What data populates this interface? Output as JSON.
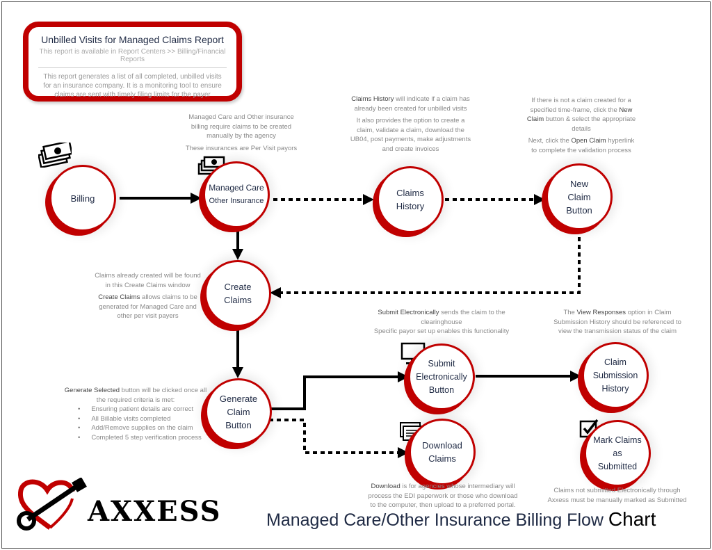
{
  "report_box": {
    "title": "Unbilled Visits for Managed Claims Report",
    "subtitle": "This report is available in Report Centers >> Billing/Financial Reports",
    "description": "This report generates a list of all completed, unbilled visits for an insurance company. It is a monitoring tool to ensure claims are sent with timely filing limits for the payer"
  },
  "nodes": {
    "billing": "Billing",
    "managed_care": [
      "Managed Care",
      "Other Insurance"
    ],
    "claims_history": [
      "Claims",
      "History"
    ],
    "new_claim": [
      "New",
      "Claim",
      "Button"
    ],
    "create_claims": [
      "Create",
      "Claims"
    ],
    "generate_claim": [
      "Generate",
      "Claim",
      "Button"
    ],
    "submit_electronically": [
      "Submit",
      "Electronically",
      "Button"
    ],
    "claim_submission_history": [
      "Claim",
      "Submission",
      "History"
    ],
    "download_claims": [
      "Download",
      "Claims"
    ],
    "mark_claims": [
      "Mark Claims",
      "as",
      "Submitted"
    ]
  },
  "notes": {
    "managed_care": [
      "Managed Care and Other insurance billing require claims to be created manually by the agency",
      "These insurances are Per Visit payors"
    ],
    "claims_history": {
      "b1": "Claims History",
      "t1": " will indicate if a claim has already been created for unbilled visits",
      "p2": "It also provides the option to create a claim, validate a claim, download the UB04, post payments, make adjustments and create invoices"
    },
    "new_claim": {
      "t1": "If there is not a claim created for a specified time-frame, click the ",
      "b1": "New Claim",
      "t2": " button & select the appropriate details",
      "t3": "Next, click the ",
      "b2": "Open Claim",
      "t4": " hyperlink to complete the validation process"
    },
    "create_claims": {
      "p1": "Claims already created will be found in this Create Claims window",
      "b1": "Create Claims",
      "t1": " allows claims to be generated for Managed Care and other per visit payers"
    },
    "generate": {
      "b1": "Generate Selected",
      "t1": " button will be clicked once all the required criteria is met:",
      "criteria": [
        "Ensuring patient details are correct",
        "All Billable visits completed",
        "Add/Remove supplies on the claim",
        "Completed 5 step verification process"
      ]
    },
    "submit": {
      "b1": "Submit Electronically",
      "t1": " sends the claim to the clearinghouse",
      "p2": "Specific payor set up enables this functionality"
    },
    "responses": {
      "t1": "The ",
      "b1": "View Responses",
      "t2": " option in Claim Submission History should be referenced to view the transmission status of the claim"
    },
    "download": {
      "b1": "Download",
      "t1": " is for agencies whose intermediary will process the EDI paperwork or those who download to the computer, then upload to a preferred portal."
    },
    "mark": "Claims not submitted Electronically through Axxess must be manually marked as Submitted"
  },
  "footer": {
    "brand": "AXXESS",
    "title": "Managed Care/Other Insurance Billing Flow ",
    "title_end": "Chart"
  },
  "colors": {
    "accent": "#c00000",
    "text": "#1f2a44"
  }
}
